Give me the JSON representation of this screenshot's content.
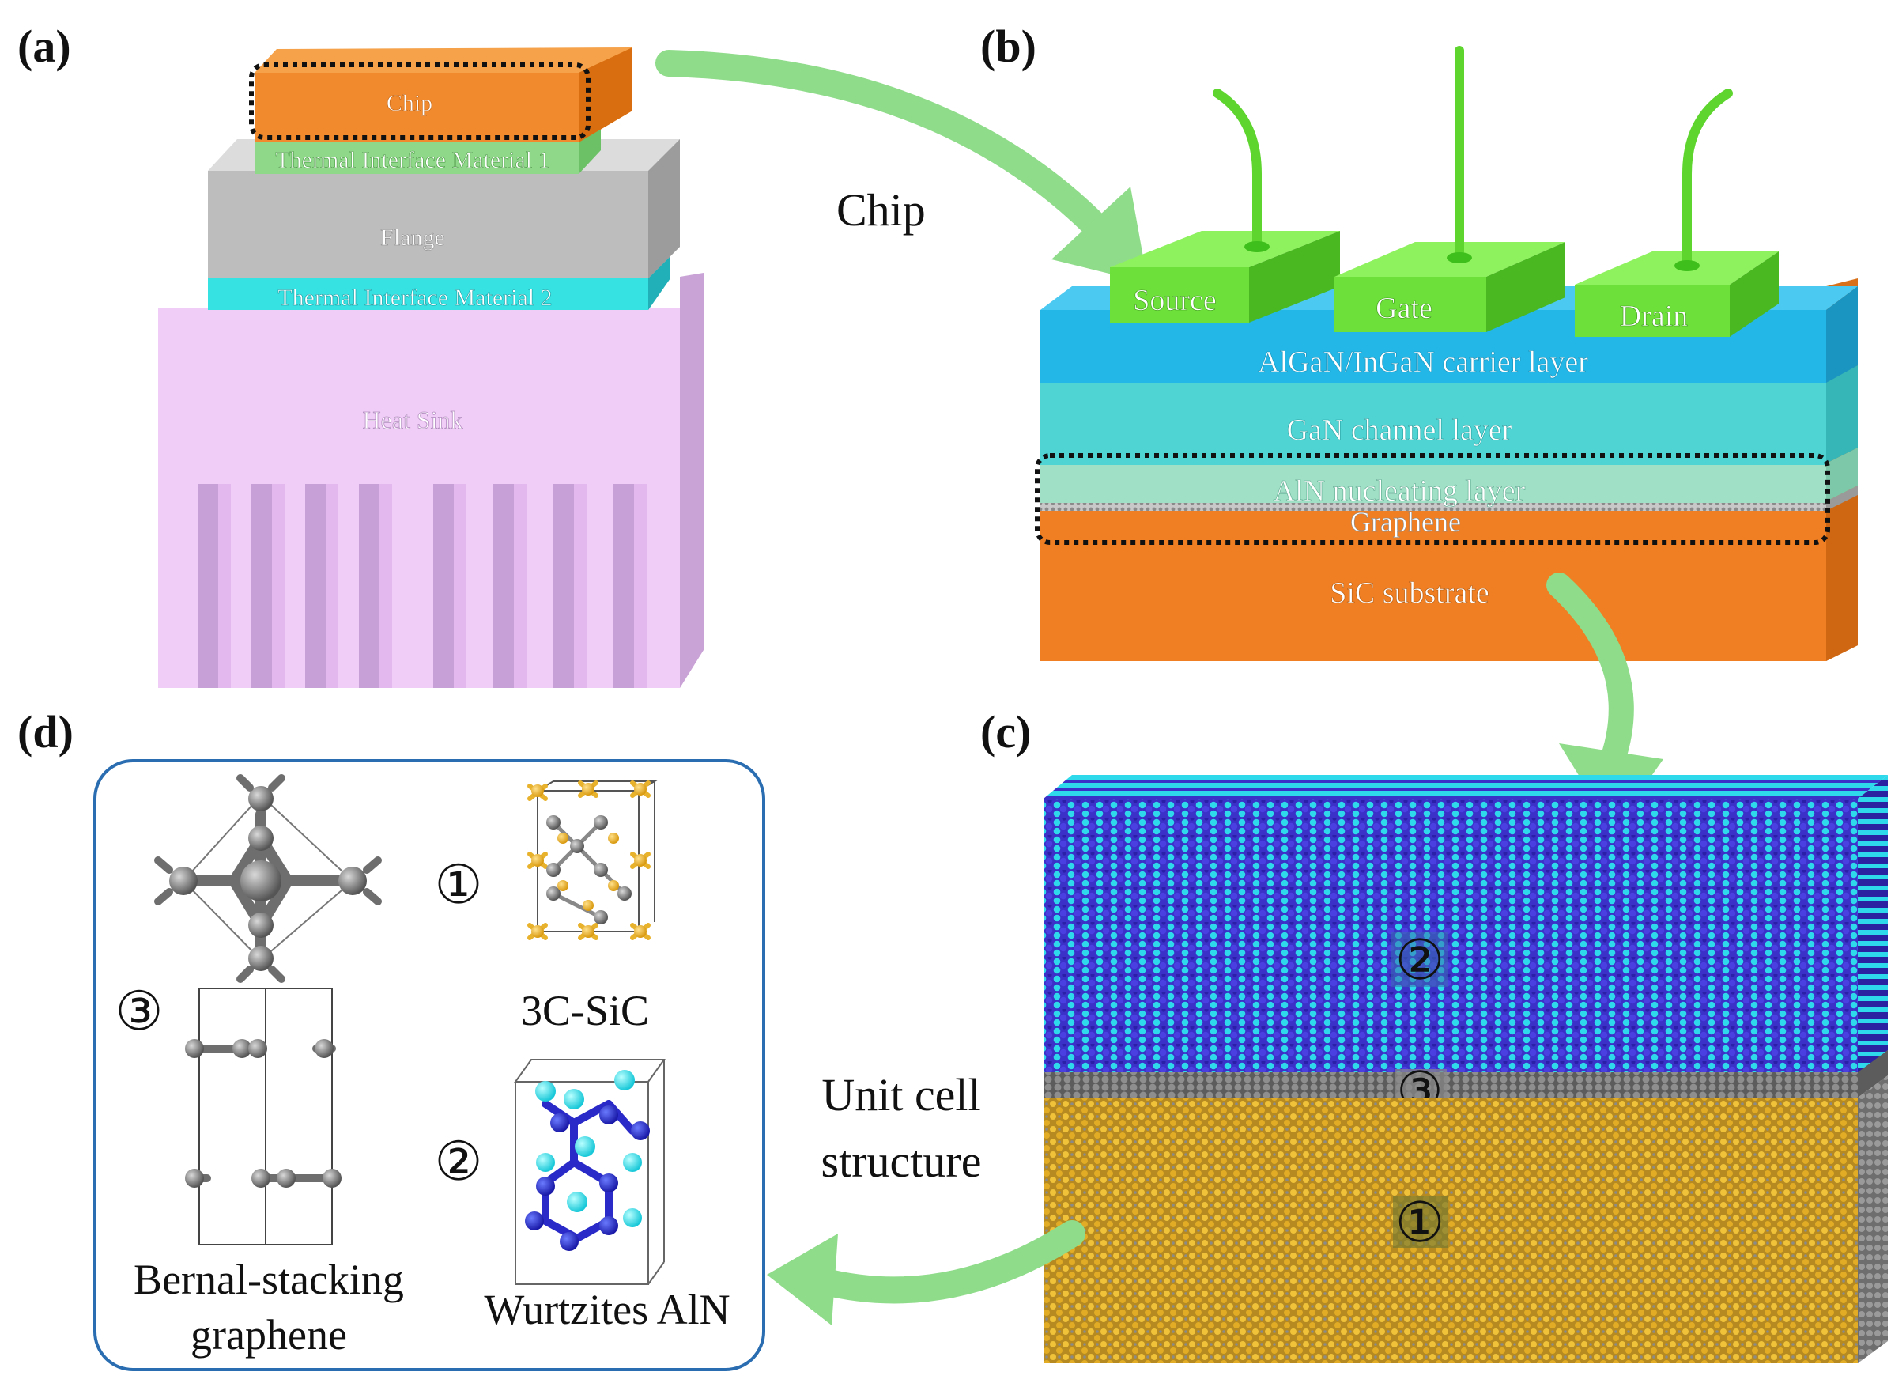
{
  "panels": {
    "a": {
      "label": "(a)",
      "layers": {
        "chip": "Chip",
        "tim1": "Thermal Interface Material 1",
        "flange": "Flange",
        "tim2": "Thermal Interface Material 2",
        "heatsink": "Heat Sink"
      }
    },
    "b": {
      "label": "(b)",
      "electrodes": {
        "source": "Source",
        "gate": "Gate",
        "drain": "Drain"
      },
      "layers": {
        "carrier": "AlGaN/InGaN carrier layer",
        "channel": "GaN channel layer",
        "nucleating": "AlN nucleating layer",
        "graphene": "Graphene",
        "substrate": "SiC substrate"
      }
    },
    "c": {
      "label": "(c)",
      "regions": {
        "aln": "②",
        "graphene": "③",
        "sic": "①"
      }
    },
    "d": {
      "label": "(d)",
      "structures": {
        "sic_marker": "①",
        "sic_name": "3C-SiC",
        "graphene_marker": "③",
        "graphene_name_line1": "Bernal-stacking",
        "graphene_name_line2": "graphene",
        "aln_marker": "②",
        "aln_name": "Wurtzites AlN"
      }
    }
  },
  "arrows": {
    "a_to_b": "Chip",
    "c_to_d_line1": "Unit cell",
    "c_to_d_line2": "structure"
  },
  "colors": {
    "chip": "#f08a2c",
    "tim1": "#8fd88a",
    "flange": "#bdbdbd",
    "tim2": "#36e2e2",
    "heatsink": "#f0cdf6",
    "electrode": "#6ee03a",
    "carrier": "#22b7e6",
    "channel": "#4fd3d3",
    "nucleating": "#9fe0c6",
    "substrate": "#f07e22",
    "arrow": "#8fdc8a",
    "aln_atom_blue": "#3b30c8",
    "aln_atom_cyan": "#2fd9ec",
    "graphene_atom": "#707070",
    "sic_atom_yellow": "#e8b22c",
    "frame": "#2a6db0"
  }
}
